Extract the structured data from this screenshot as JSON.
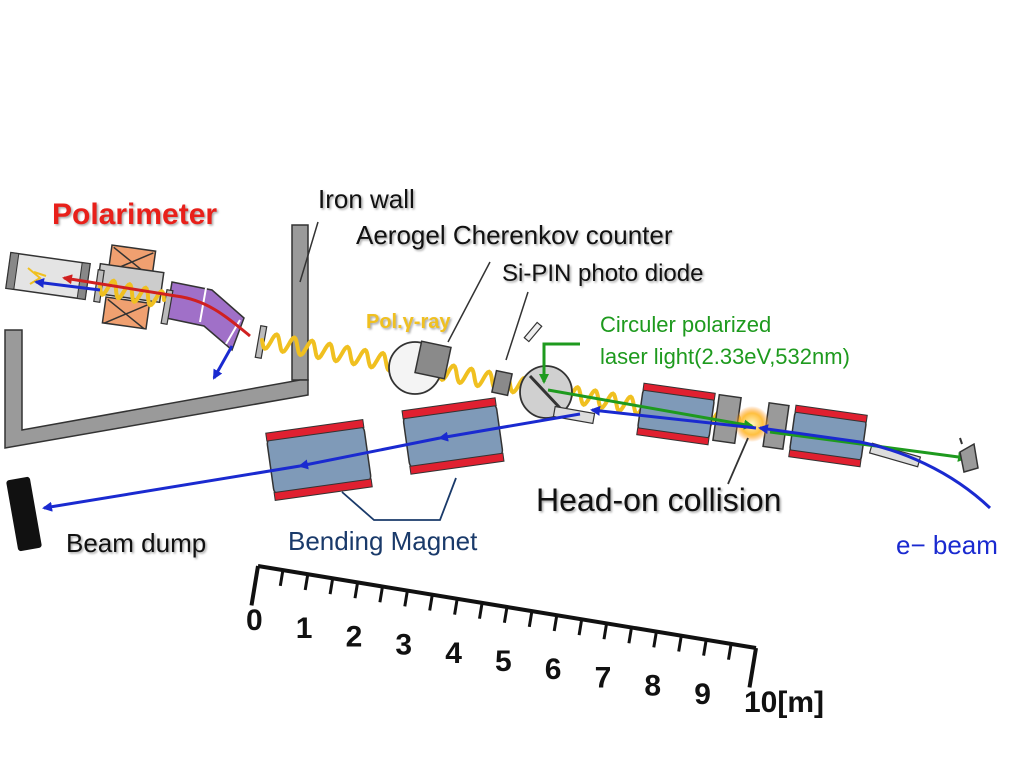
{
  "labels": {
    "polarimeter": "Polarimeter",
    "iron_wall": "Iron wall",
    "aerogel": "Aerogel Cherenkov counter",
    "si_pin": "Si-PIN photo diode",
    "pol_gamma": "Pol.γ-ray",
    "laser_line1": "Circuler polarized",
    "laser_line2": "laser light(2.33eV,532nm)",
    "head_on": "Head-on collision",
    "beam_dump": "Beam dump",
    "bending_magnet": "Bending Magnet",
    "e_beam": "e− beam"
  },
  "scale": {
    "ticks": [
      "0",
      "1",
      "2",
      "3",
      "4",
      "5",
      "6",
      "7",
      "8",
      "9",
      "10[m]"
    ]
  },
  "colors": {
    "polarimeter_text": "#e8201a",
    "laser_text": "#1e9a1e",
    "beam": "#1a2ad0",
    "gamma": "#f0c020",
    "magnet_body": "#7f9ab8",
    "magnet_pole": "#e02030",
    "wall": "#9a9a9a",
    "bending_text": "#1a3a6a",
    "pol_gamma_text": "#f0c020"
  }
}
